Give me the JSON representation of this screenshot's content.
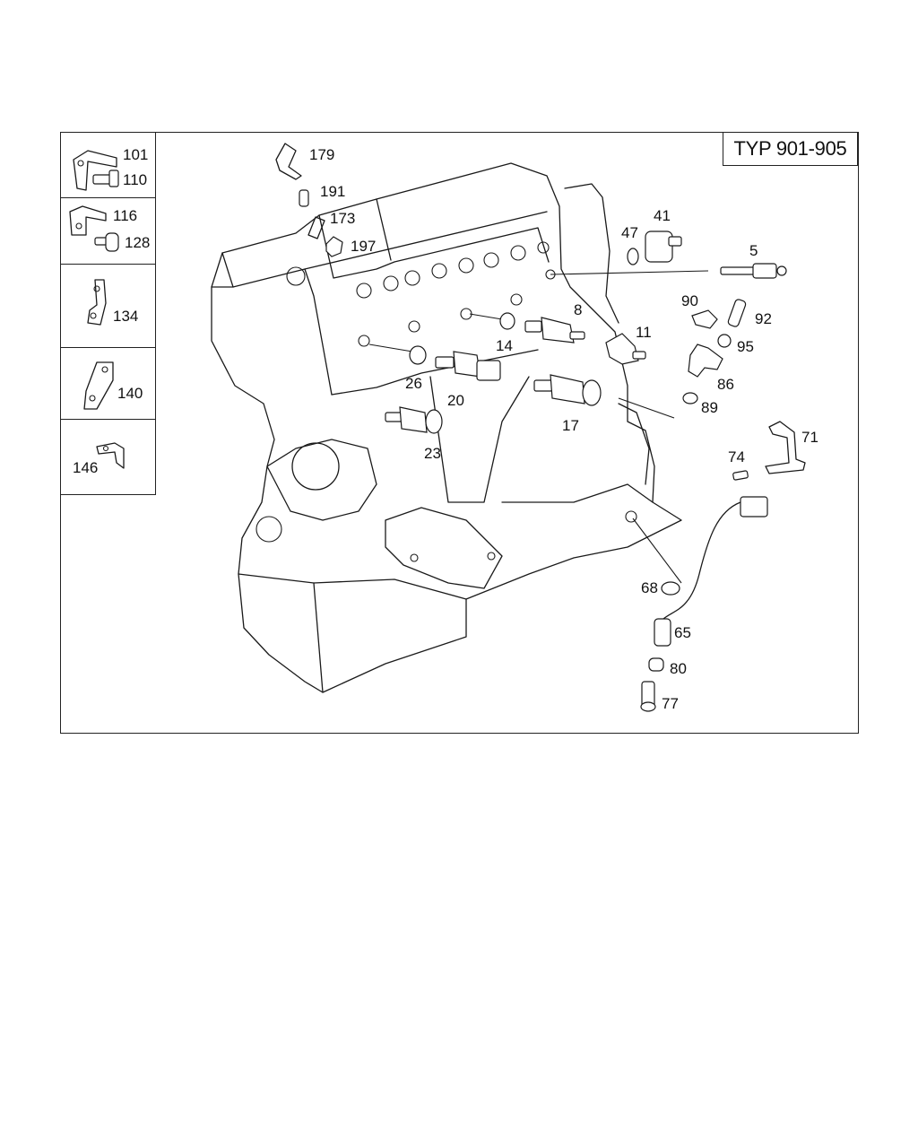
{
  "diagram": {
    "type_label": "TYP 901-905",
    "sidebar": [
      {
        "labels": [
          "101",
          "110"
        ]
      },
      {
        "labels": [
          "116",
          "128"
        ]
      },
      {
        "labels": [
          "134"
        ]
      },
      {
        "labels": [
          "140"
        ]
      },
      {
        "labels": [
          "146"
        ]
      }
    ],
    "callouts": [
      "179",
      "191",
      "173",
      "197",
      "41",
      "47",
      "5",
      "8",
      "90",
      "92",
      "95",
      "11",
      "86",
      "89",
      "14",
      "26",
      "20",
      "17",
      "23",
      "71",
      "74",
      "68",
      "65",
      "80",
      "77"
    ]
  }
}
